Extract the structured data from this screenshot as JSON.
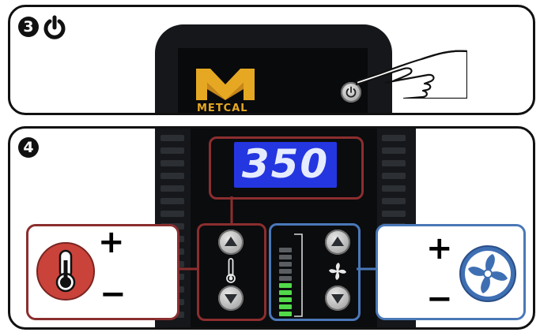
{
  "steps": {
    "step3": {
      "number": "3",
      "icon": "power-icon"
    },
    "step4": {
      "number": "4"
    }
  },
  "device": {
    "brand": "METCAL",
    "display_value": "350",
    "power_button_icon": "power-icon"
  },
  "temperature_controls": {
    "plus_label": "+",
    "minus_label": "−",
    "up_icon": "arrow-up-icon",
    "down_icon": "arrow-down-icon",
    "icon": "thermometer-icon"
  },
  "fan_controls": {
    "plus_label": "+",
    "minus_label": "−",
    "up_icon": "arrow-up-icon",
    "down_icon": "arrow-down-icon",
    "icon": "fan-icon",
    "level_bar": {
      "total_segments": 10,
      "lit_segments": 5
    }
  },
  "colors": {
    "temperature_accent": "#8b2e2e",
    "fan_accent": "#4a78b8",
    "display_background": "#2436e0",
    "brand_gold": "#e6a823",
    "fan_level_green": "#52d94a"
  }
}
